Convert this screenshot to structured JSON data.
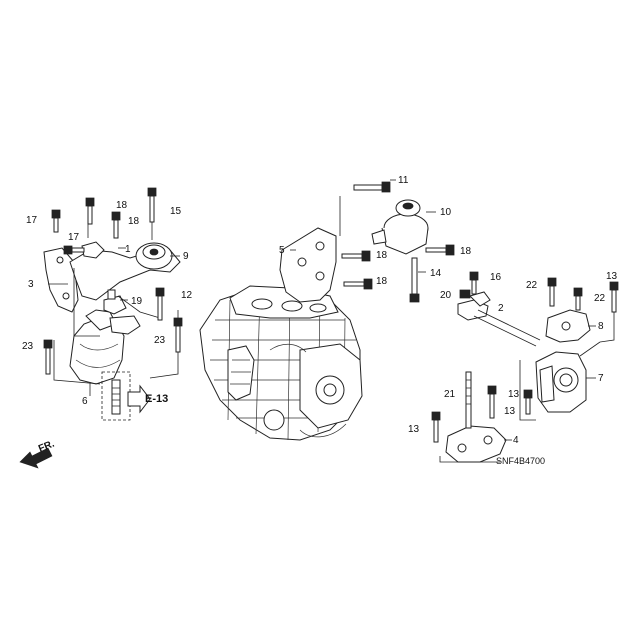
{
  "diagram": {
    "callouts": [
      "1",
      "2",
      "3",
      "4",
      "5",
      "6",
      "7",
      "8",
      "9",
      "10",
      "11",
      "12",
      "13",
      "14",
      "15",
      "16",
      "17",
      "18",
      "19",
      "20",
      "21",
      "22",
      "23"
    ],
    "reference": "E-13",
    "direction": "FR.",
    "code": "SNF4B4700"
  },
  "labels": {
    "c1": "1",
    "c2": "2",
    "c3": "3",
    "c4": "4",
    "c5": "5",
    "c6": "6",
    "c7": "7",
    "c8": "8",
    "c9": "9",
    "c10": "10",
    "c11": "11",
    "c12": "12",
    "c13a": "13",
    "c13b": "13",
    "c13c": "13",
    "c13d": "13",
    "c14": "14",
    "c15": "15",
    "c16": "16",
    "c17a": "17",
    "c17b": "17",
    "c18a": "18",
    "c18b": "18",
    "c18c": "18",
    "c18d": "18",
    "c18e": "18",
    "c19": "19",
    "c20": "20",
    "c21": "21",
    "c22a": "22",
    "c22b": "22",
    "c23a": "23",
    "c23b": "23"
  }
}
